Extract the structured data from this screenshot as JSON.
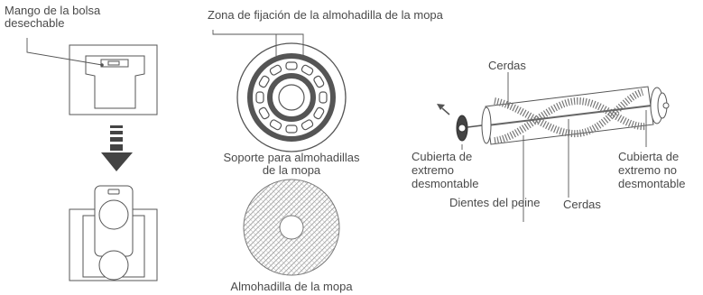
{
  "labels": {
    "bag_handle_line1": "Mango de la bolsa",
    "bag_handle_line2": "desechable",
    "mop_attach_zone": "Zona de fijación de la almohadilla de la mopa",
    "mop_holder_line1": "Soporte para almohadillas",
    "mop_holder_line2": "de la mopa",
    "mop_pad": "Almohadilla de la mopa",
    "bristles_top": "Cerdas",
    "removable_cap_line1": "Cubierta de",
    "removable_cap_line2": "extremo",
    "removable_cap_line3": "desmontable",
    "comb_teeth": "Dientes del peine",
    "bristles_bottom": "Cerdas",
    "fixed_cap_line1": "Cubierta de",
    "fixed_cap_line2": "extremo no",
    "fixed_cap_line3": "desmontable"
  }
}
